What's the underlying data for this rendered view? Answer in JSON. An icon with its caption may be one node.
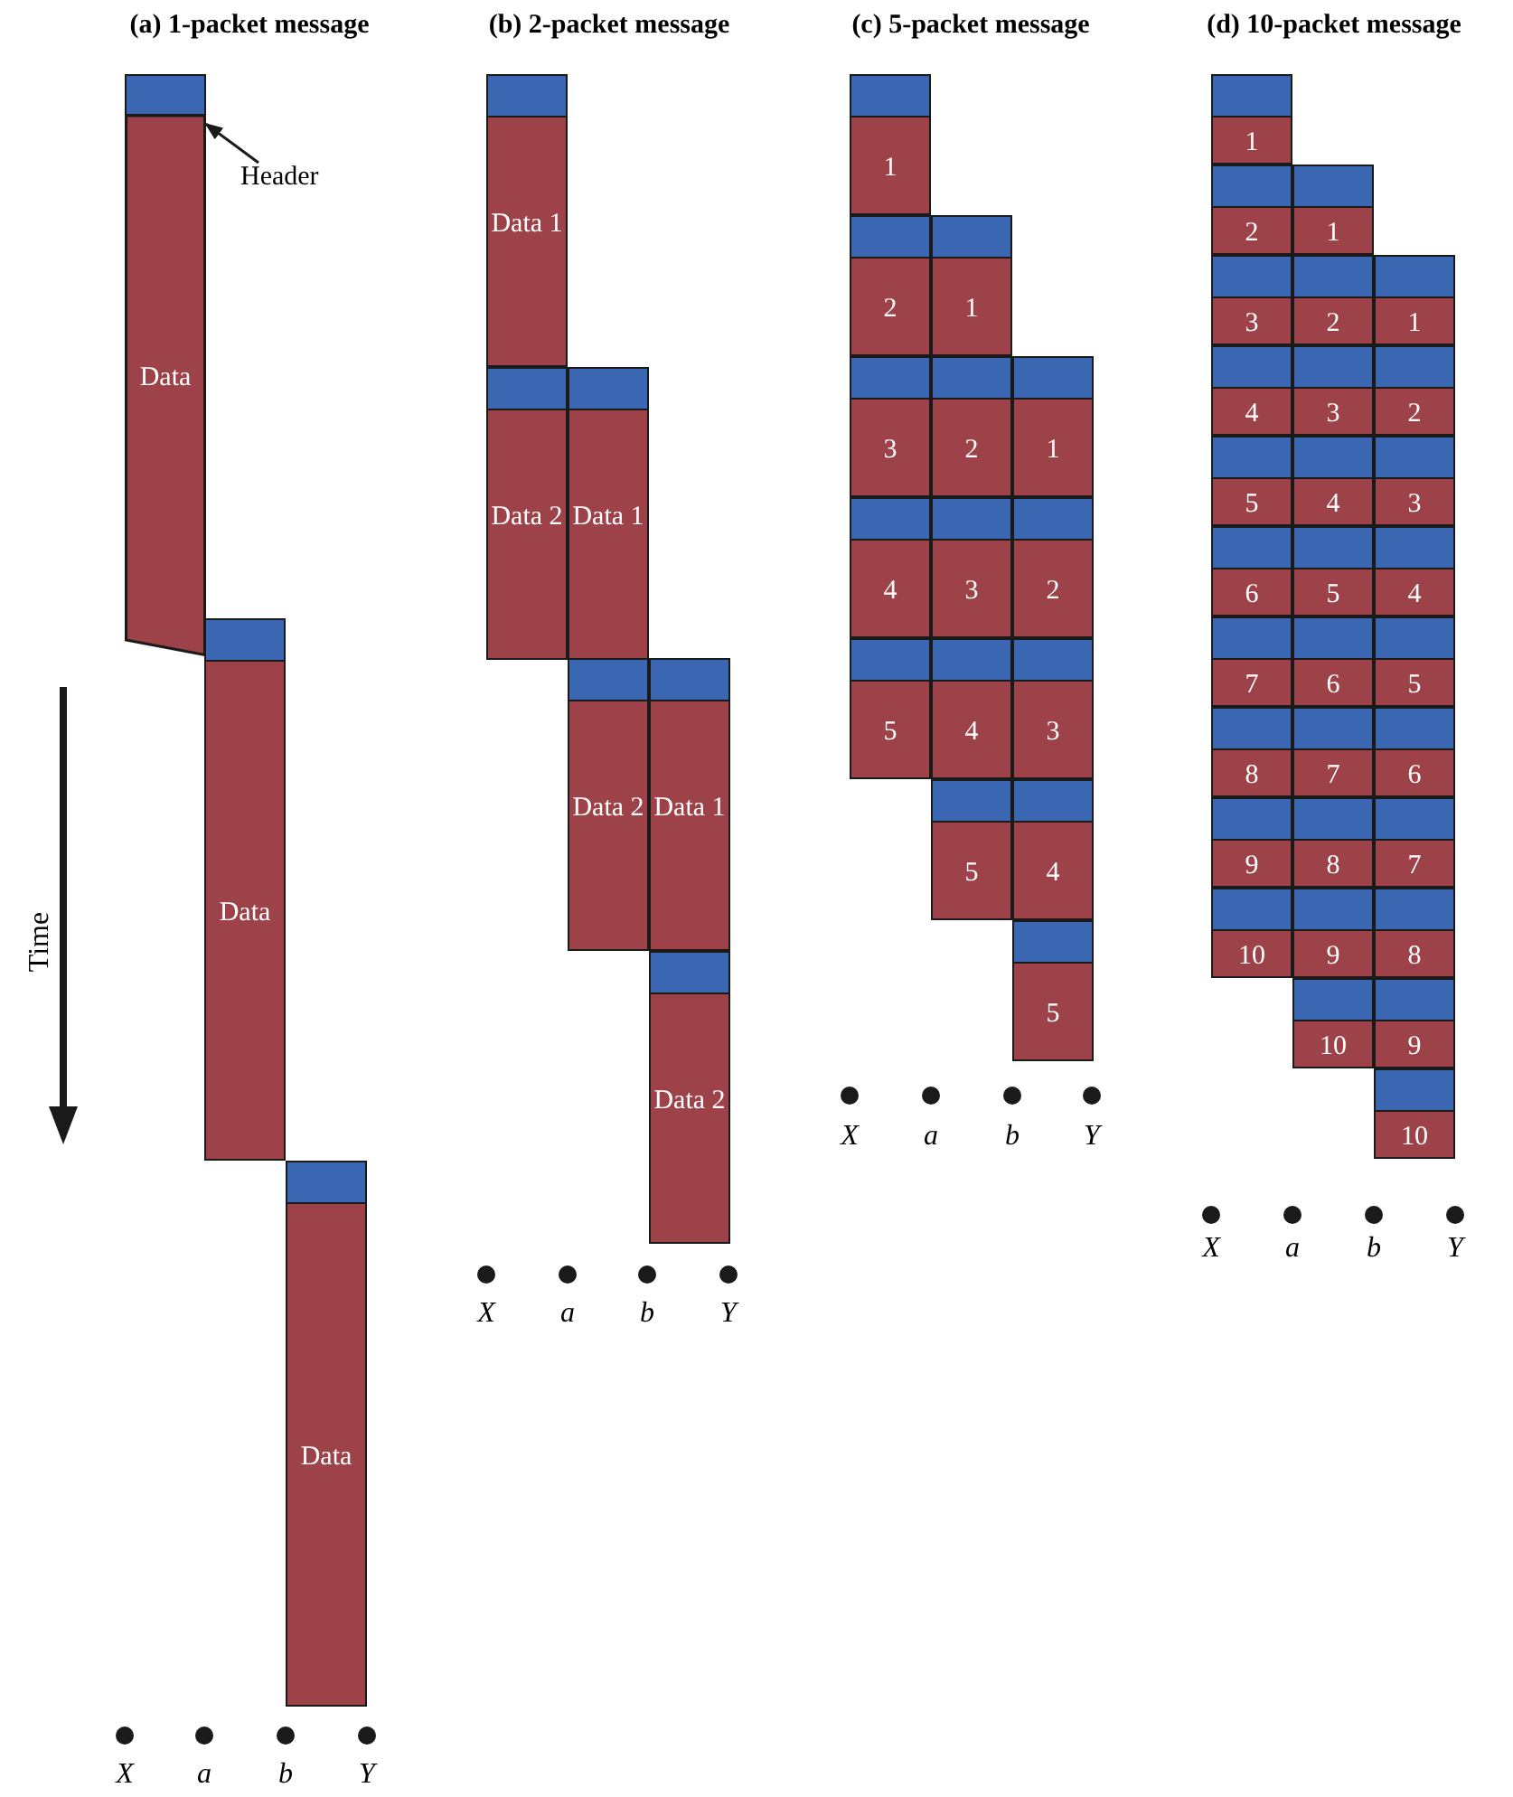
{
  "diagram": {
    "nodes": [
      {
        "text": [
          "Data"
        ]
      },
      {
        "text": [
          "Data"
        ]
      },
      {
        "text": [
          "Data"
        ]
      },
      {
        "text": [
          "Data 1"
        ]
      },
      {
        "text": [
          "Data 2"
        ]
      },
      {
        "text": [
          "Data 1"
        ]
      },
      {
        "text": [
          "Data 2"
        ]
      },
      {
        "text": [
          "Data 1"
        ]
      },
      {
        "text": [
          "Data 2"
        ]
      },
      {
        "text": [
          "1"
        ]
      },
      {
        "text": [
          "2"
        ]
      },
      {
        "text": [
          "3"
        ]
      },
      {
        "text": [
          "4"
        ]
      },
      {
        "text": [
          "5"
        ]
      },
      {
        "text": [
          "1"
        ]
      },
      {
        "text": [
          "2"
        ]
      },
      {
        "text": [
          "3"
        ]
      },
      {
        "text": [
          "4"
        ]
      },
      {
        "text": [
          "5"
        ]
      },
      {
        "text": [
          "1"
        ]
      },
      {
        "text": [
          "2"
        ]
      },
      {
        "text": [
          "3"
        ]
      },
      {
        "text": [
          "4"
        ]
      },
      {
        "text": [
          "5"
        ]
      },
      {
        "text": [
          "1"
        ]
      },
      {
        "text": [
          "2"
        ]
      },
      {
        "text": [
          "3"
        ]
      },
      {
        "text": [
          "4"
        ]
      },
      {
        "text": [
          "5"
        ]
      },
      {
        "text": [
          "6"
        ]
      },
      {
        "text": [
          "7"
        ]
      },
      {
        "text": [
          "8"
        ]
      },
      {
        "text": [
          "9"
        ]
      },
      {
        "text": [
          "10"
        ]
      },
      {
        "text": [
          "1"
        ]
      },
      {
        "text": [
          "2"
        ]
      },
      {
        "text": [
          "3"
        ]
      },
      {
        "text": [
          "4"
        ]
      },
      {
        "text": [
          "5"
        ]
      },
      {
        "text": [
          "6"
        ]
      },
      {
        "text": [
          "7"
        ]
      },
      {
        "text": [
          "8"
        ]
      },
      {
        "text": [
          "9"
        ]
      },
      {
        "text": [
          "10"
        ]
      },
      {
        "text": [
          "1"
        ]
      },
      {
        "text": [
          "2"
        ]
      },
      {
        "text": [
          "3"
        ]
      },
      {
        "text": [
          "4"
        ]
      },
      {
        "text": [
          "5"
        ]
      },
      {
        "text": [
          "6"
        ]
      },
      {
        "text": [
          "7"
        ]
      },
      {
        "text": [
          "8"
        ]
      },
      {
        "text": [
          "9"
        ]
      },
      {
        "text": [
          "10"
        ]
      },
      {
        "text": [
          "Header"
        ]
      }
    ],
    "edges": [
      {
        "from": 54,
        "to": 0,
        "arrow": "to"
      }
    ],
    "labels": [
      "(a) 1-packet message",
      "(b) 2-packet message",
      "(c) 5-packet message",
      "(d) 10-packet message",
      "Time",
      "X",
      "a",
      "b",
      "Y",
      "X",
      "a",
      "b",
      "Y",
      "X",
      "a",
      "b",
      "Y",
      "X",
      "a",
      "b",
      "Y"
    ]
  }
}
